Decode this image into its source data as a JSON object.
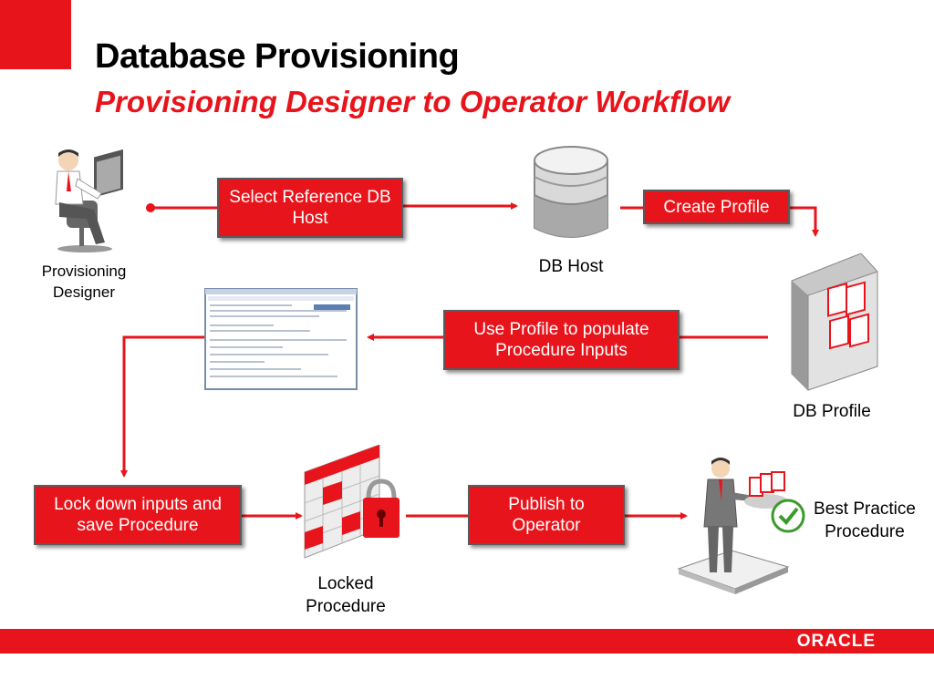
{
  "header": {
    "title": "Database Provisioning",
    "subtitle": "Provisioning Designer to Operator Workflow"
  },
  "steps": {
    "select_reference": "Select Reference DB Host",
    "create_profile": "Create Profile",
    "use_profile": "Use Profile to populate Procedure Inputs",
    "lock_down": "Lock down inputs and save Procedure",
    "publish": "Publish to Operator"
  },
  "nodes": {
    "provisioning_designer": "Provisioning Designer",
    "db_host": "DB Host",
    "db_profile": "DB Profile",
    "locked_procedure": "Locked Procedure",
    "best_practice": "Best Practice Procedure"
  },
  "footer": {
    "brand": "ORACLE"
  },
  "colors": {
    "accent": "#e8141b",
    "box_border": "#5a5a5a"
  },
  "icons": [
    "person-at-computer-icon",
    "database-cylinder-icon",
    "server-cabinet-icon",
    "screenshot-thumbnail-icon",
    "locked-calendar-icon",
    "operator-on-pedestal-icon",
    "checkmark-icon"
  ]
}
